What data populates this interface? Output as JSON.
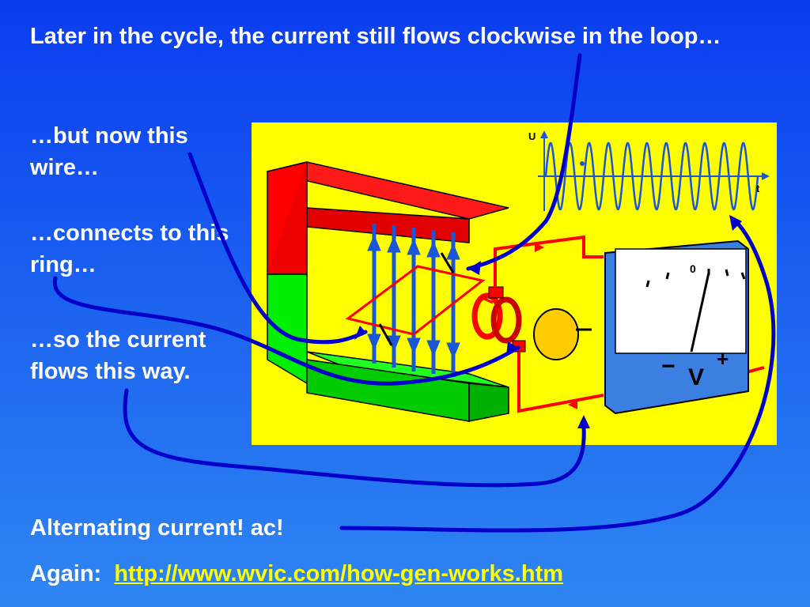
{
  "title": "Later in the cycle, the current still flows clockwise in the loop…",
  "labels": {
    "wire": "…but now this wire…",
    "ring": "…connects to this ring…",
    "flow": "…so the current flows this way."
  },
  "footer": {
    "ac": "Alternating current!  ac!",
    "again_prefix": "Again:",
    "link": "http://www.wvic.com/how-gen-works.htm"
  },
  "diagram": {
    "graph_axis_u": "U",
    "graph_axis_t": "t",
    "meter_symbol": "V",
    "meter_minus": "−",
    "meter_plus": "+",
    "meter_zero": "0"
  },
  "colors": {
    "background_top": "#0a3cf0",
    "background_bottom": "#2f86f2",
    "diagram_bg": "#ffff00",
    "magnet_north": "#ff0000",
    "magnet_south": "#00ee00",
    "field_lines": "#1a56d6",
    "circuit": "#ff0000",
    "meter_body": "#3b7fe0",
    "link": "#ffff00",
    "pointer_arrows": "#0000c8"
  }
}
